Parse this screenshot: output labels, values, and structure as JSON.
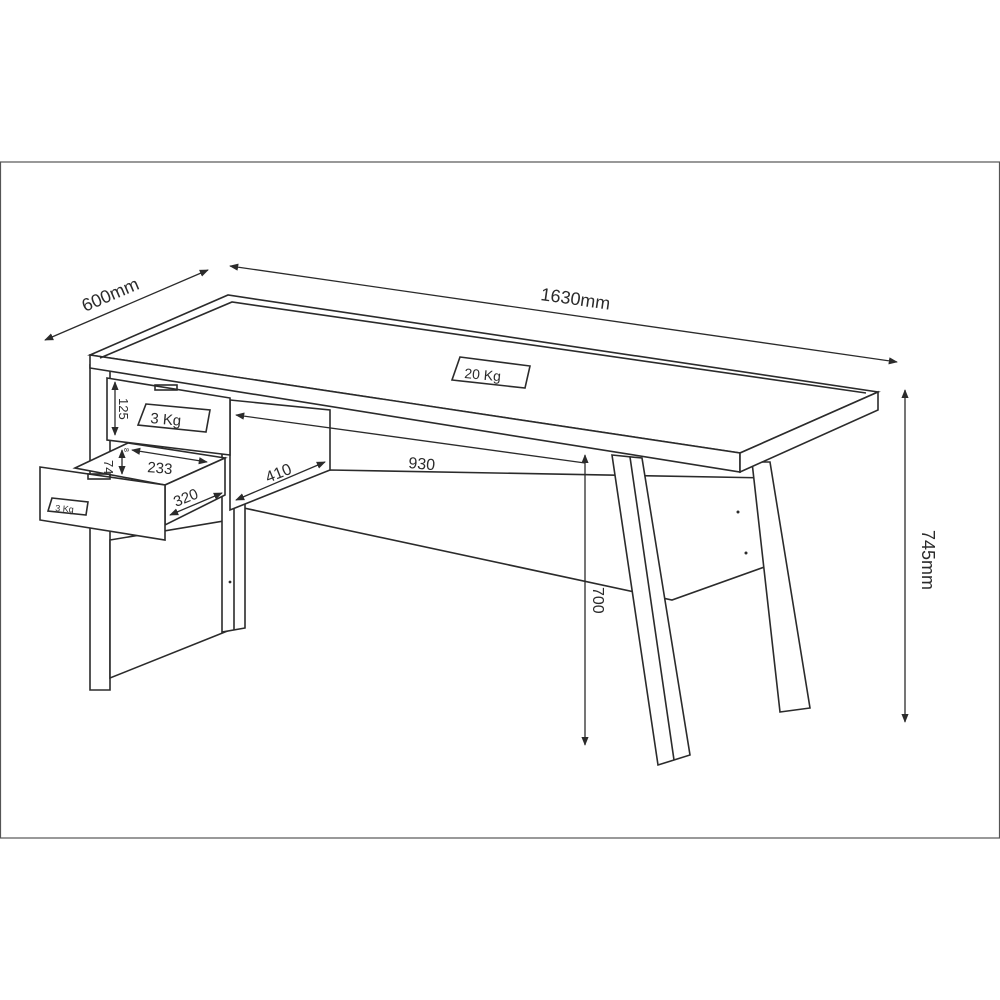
{
  "dimensions": {
    "depth": "600mm",
    "width": "1630mm",
    "height": "745mm",
    "knee_height": "700",
    "knee_width": "930",
    "knee_depth": "410",
    "drawer_front_height": "125",
    "drawer_inner_width": "233",
    "drawer_inner_depth": "320",
    "drawer_inner_height": "74",
    "drawer_small": "8"
  },
  "loads": {
    "top": "20  Kg",
    "upper_drawer": "3  Kg",
    "lower_drawer": "3  Kg"
  }
}
